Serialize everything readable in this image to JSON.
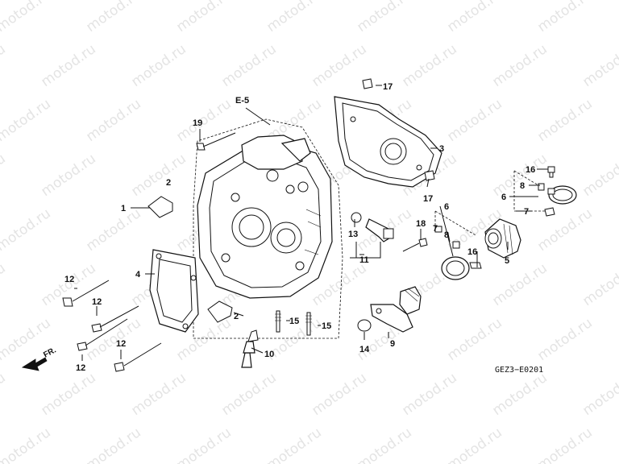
{
  "watermark": "motod.ru",
  "reference_code": "GEZ3−E0201",
  "section_ref": "E-5",
  "direction_label": "FR.",
  "callouts": {
    "c1": "1",
    "c2a": "2",
    "c2b": "2",
    "c3": "3",
    "c4": "4",
    "c5": "5",
    "c6a": "6",
    "c6b": "6",
    "c7a": "7",
    "c7b": "7",
    "c8a": "8",
    "c8b": "8",
    "c9": "9",
    "c10": "10",
    "c11": "11",
    "c12a": "12",
    "c12b": "12",
    "c12c": "12",
    "c12d": "12",
    "c13": "13",
    "c14": "14",
    "c15a": "15",
    "c15b": "15",
    "c16a": "16",
    "c16b": "16",
    "c17a": "17",
    "c17b": "17",
    "c18": "18",
    "c19": "19"
  }
}
